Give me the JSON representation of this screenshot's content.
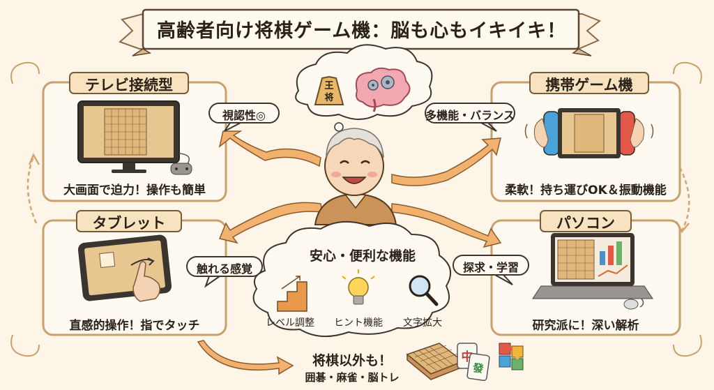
{
  "title": "高齢者向け将棋ゲーム機：脳も心もイキイキ！",
  "center_icons": [
    "shogi-piece-icon",
    "brain-gears-icon",
    "smiling-senior-icon"
  ],
  "panels": [
    {
      "id": "tv",
      "title": "テレビ接続型",
      "caption": "大画面で迫力！操作も簡単",
      "bubble": "視認性◎",
      "icon": "tv-gamepad-icon"
    },
    {
      "id": "handheld",
      "title": "携帯ゲーム機",
      "caption": "柔軟！持ち運びOK＆振動機能",
      "bubble": "多機能・バランス",
      "icon": "handheld-console-icon"
    },
    {
      "id": "tablet",
      "title": "タブレット",
      "caption": "直感的操作！指でタッチ",
      "bubble": "触れる感覚",
      "icon": "tablet-touch-icon"
    },
    {
      "id": "pc",
      "title": "パソコン",
      "caption": "研究派に！深い解析",
      "bubble": "探求・学習",
      "icon": "laptop-analysis-icon"
    }
  ],
  "features": {
    "title": "安心・便利な機能",
    "items": [
      {
        "label": "レベル調整",
        "icon": "stairs-icon"
      },
      {
        "label": "ヒント機能",
        "icon": "lightbulb-icon"
      },
      {
        "label": "文字拡大",
        "icon": "magnifier-icon"
      }
    ]
  },
  "others": {
    "title": "将棋以外も！",
    "subtitle": "囲碁・麻雀・脳トレ",
    "icons": [
      "go-board-icon",
      "mahjong-tiles-icon",
      "puzzle-icon"
    ],
    "mahjong_tiles": [
      "中",
      "發"
    ]
  },
  "shogi_piece_chars": [
    "王",
    "将"
  ],
  "colors": {
    "background": "#fdf6e8",
    "panel_border": "#c9a06a",
    "arrow": "#f0b26e",
    "screen_wood": "#e8c690",
    "ink": "#2b2118"
  }
}
